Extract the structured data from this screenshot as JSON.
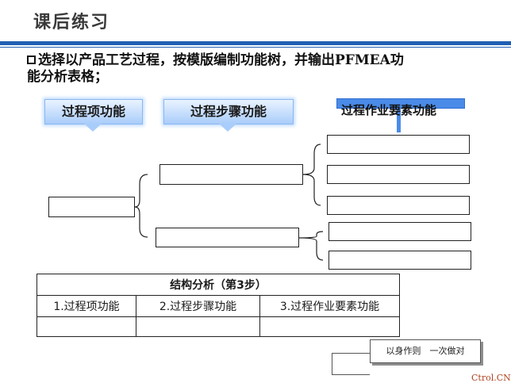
{
  "title": "课后练习",
  "instruction": {
    "line1": "选择以产品工艺过程，按模版编制功能树，并输出PFMEA功",
    "line2": "能分析表格；"
  },
  "headers": {
    "process_item_function": "过程项功能",
    "process_step_function": "过程步骤功能",
    "process_work_element_function": "过程作业要素功能"
  },
  "structure_table": {
    "title": "结构分析（第3步）",
    "columns": [
      "1.过程项功能",
      "2.过程步骤功能",
      "3.过程作业要素功能"
    ],
    "rows": [
      [
        "",
        "",
        ""
      ]
    ]
  },
  "footer_button": "以身作则　一次做对",
  "watermark": "Ctrol.CN",
  "colors": {
    "accent": "#1f5fb4",
    "callout_fill": "#a9cdfa",
    "banner_fill": "#4a8be8"
  }
}
